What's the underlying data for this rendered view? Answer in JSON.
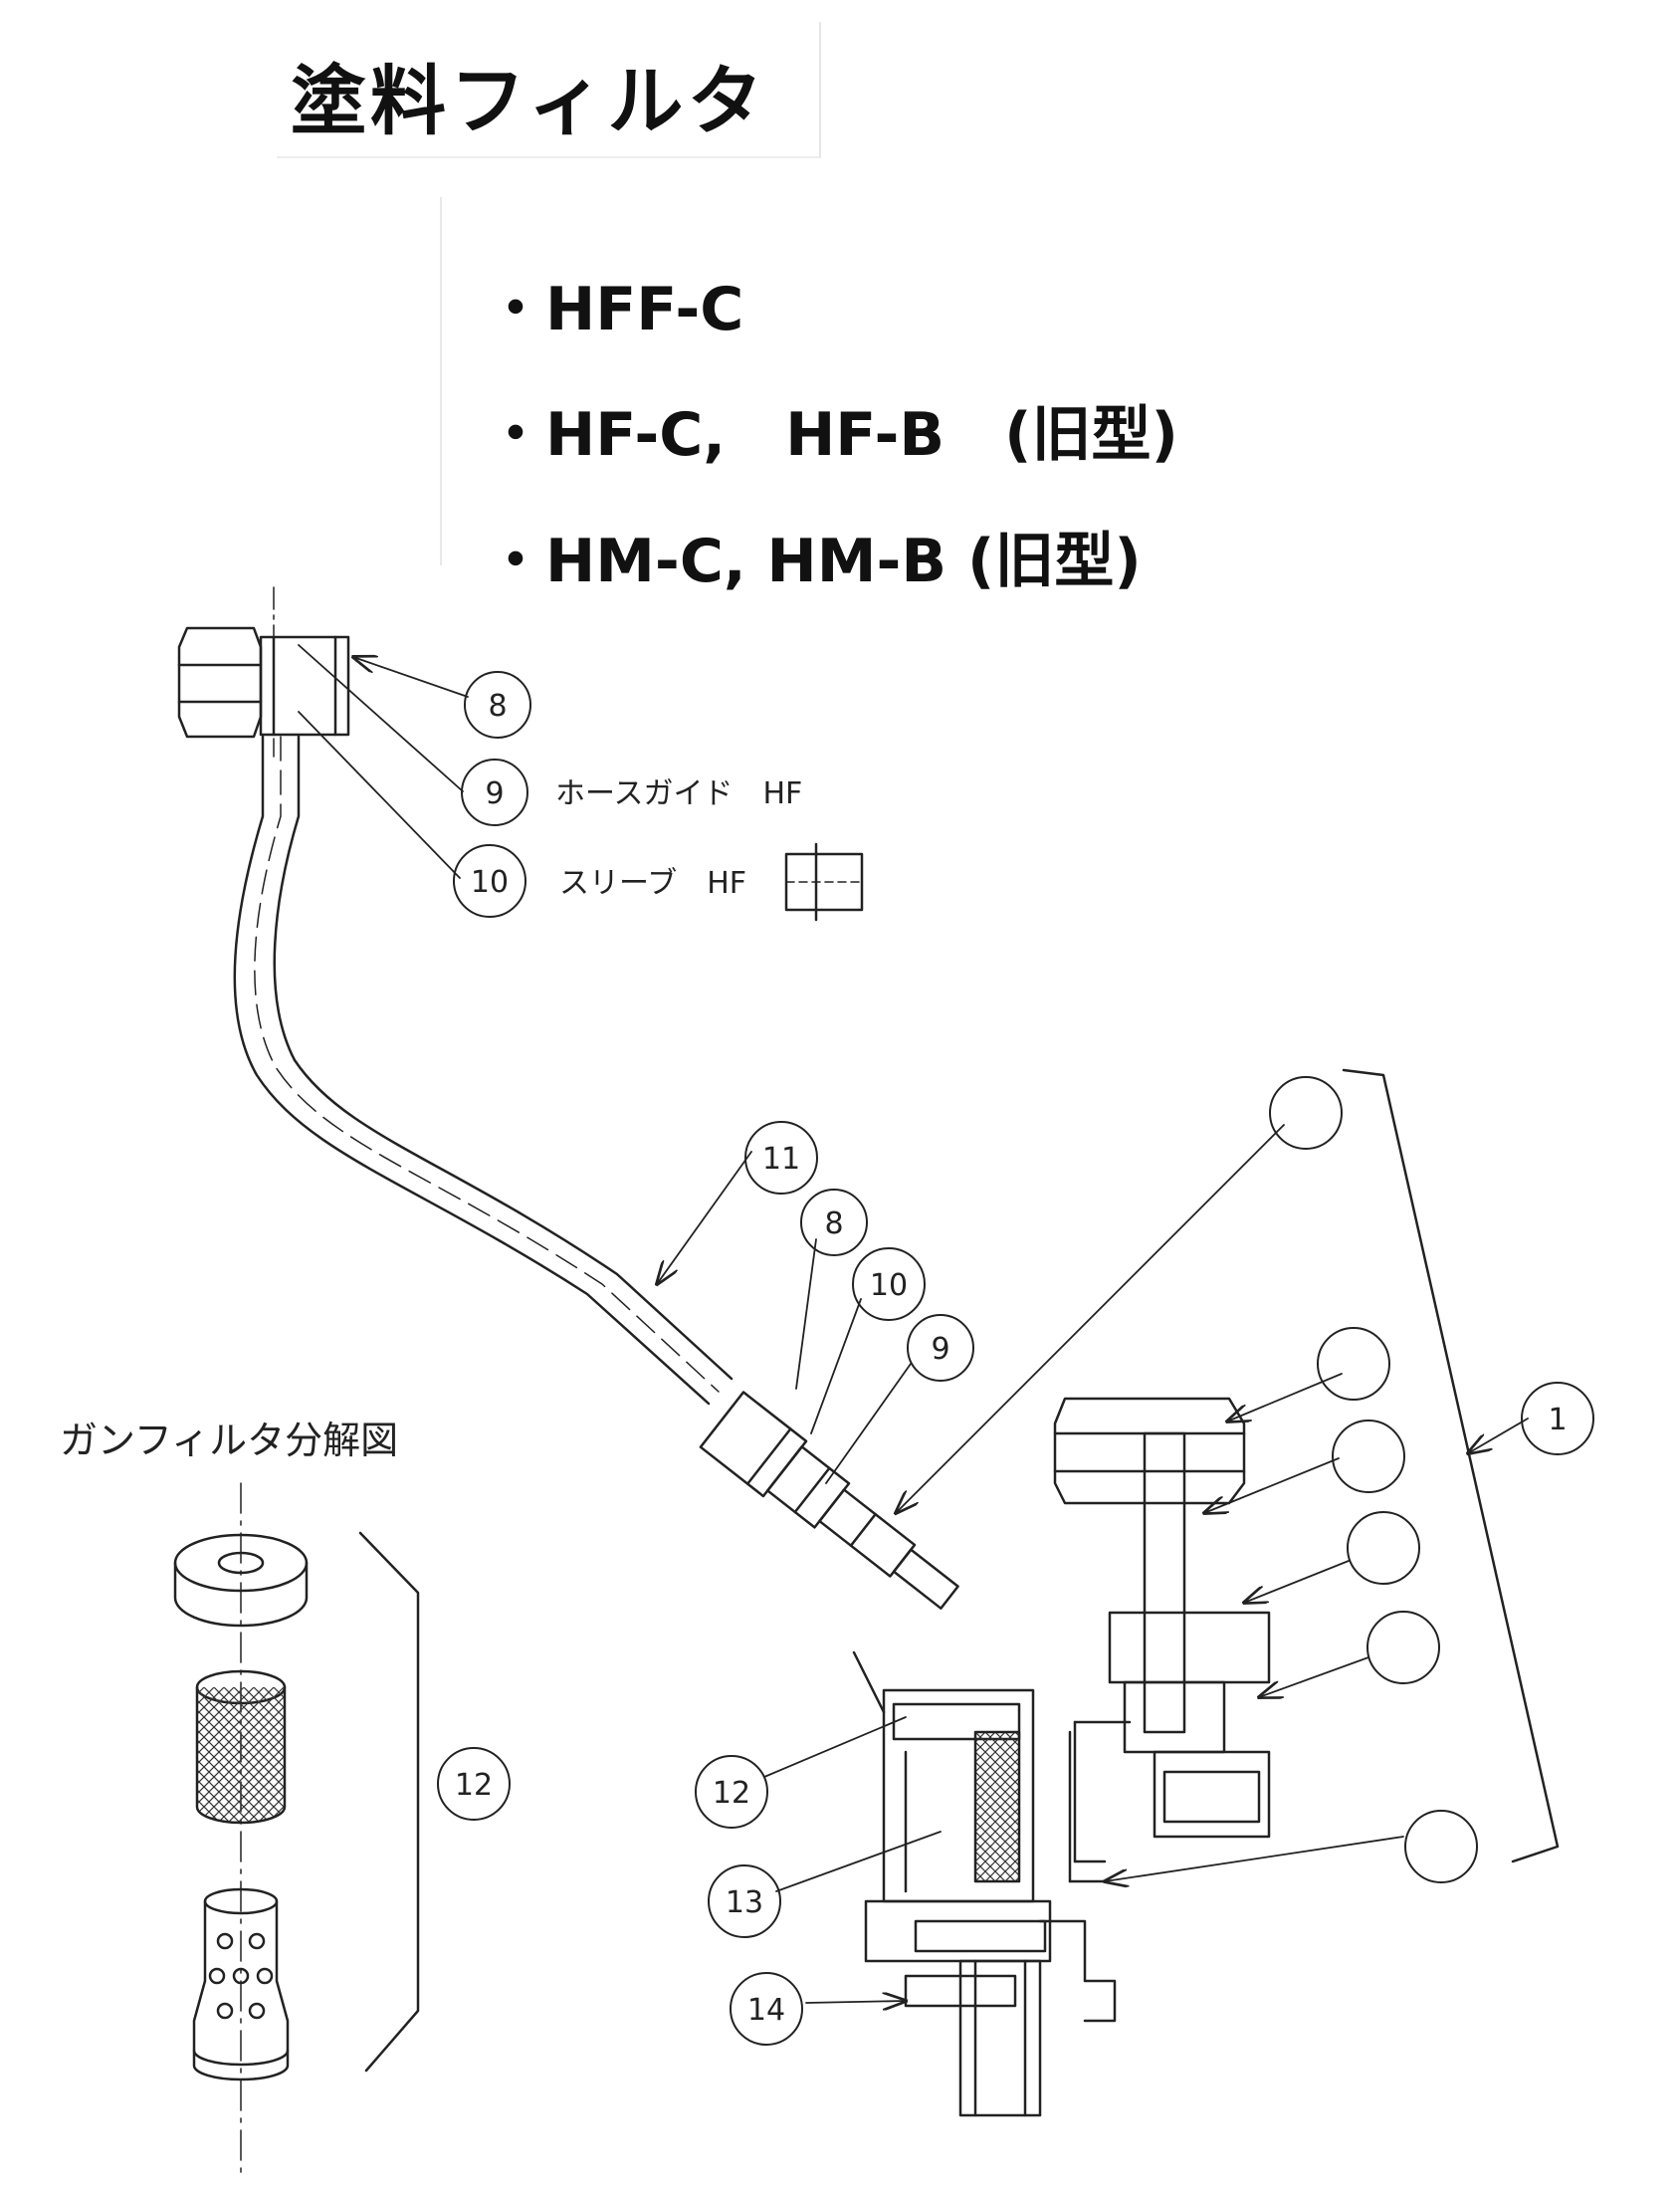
{
  "header": {
    "title": "塗料フィルタ",
    "models": [
      "・HFF-C",
      "・HF-C,　HF-B　(旧型)",
      "・HM-C,  HM-B (旧型)"
    ]
  },
  "diagram": {
    "labels": {
      "hose_guide": "ホースガイド　HF",
      "sleeve": "スリーブ　HF",
      "gun_filter_exploded": "ガンフィルタ分解図"
    },
    "callouts": {
      "c8_top": "8",
      "c9_top": "9",
      "c10_top": "10",
      "c11": "11",
      "c8_mid": "8",
      "c10_mid": "10",
      "c9_mid": "9",
      "c1": "1",
      "c12_left": "12",
      "c12": "12",
      "c13": "13",
      "c14": "14"
    }
  }
}
